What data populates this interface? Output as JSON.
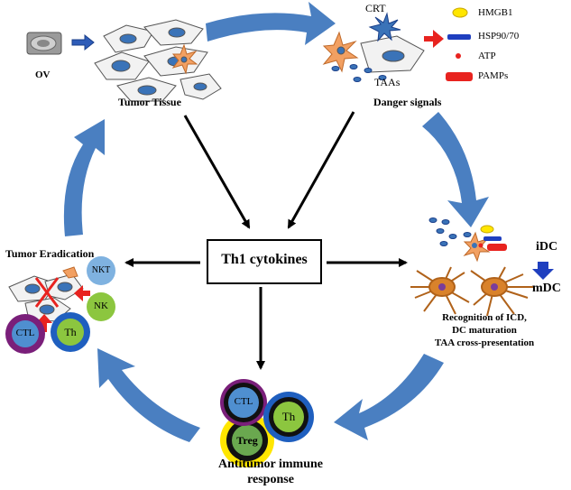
{
  "colors": {
    "cycle_arrow": "#4a7fc1",
    "cell_fill": "#f2f2f2",
    "cell_stroke": "#555555",
    "nucleus": "#3a73b8",
    "dc_body": "#d9822b",
    "red_arrow": "#e8231f",
    "yellow": "#ffe600",
    "blue_bar": "#1f3fbf",
    "ctl_ring": "#7a1f7a",
    "th_ring": "#1f5fbf",
    "nk_green": "#8cc63f",
    "nkt_blue": "#7fb2e0"
  },
  "labels": {
    "ov": "OV",
    "tumor_tissue": "Tumor Tissue",
    "crt": "CRT",
    "taas": "TAAs",
    "danger_signals": "Danger signals",
    "center": "Th1 cytokines",
    "tumor_eradication": "Tumor Eradication",
    "nkt": "NKT",
    "nk": "NK",
    "ctl": "CTL",
    "th": "Th",
    "treg": "Treg",
    "antitumor_line1": "Antitumor immune",
    "antitumor_line2": "response",
    "idc": "iDC",
    "mdc": "mDC",
    "dc_line1": "Recognition of ICD,",
    "dc_line2": "DC maturation",
    "dc_line3": "TAA cross-presentation"
  },
  "legend": [
    {
      "icon": "yellow-ellipse-icon",
      "label": "HMGB1"
    },
    {
      "icon": "blue-bar-icon",
      "label": "HSP90/70"
    },
    {
      "icon": "red-dot-icon",
      "label": "ATP"
    },
    {
      "icon": "red-bar-icon",
      "label": "PAMPs"
    }
  ]
}
